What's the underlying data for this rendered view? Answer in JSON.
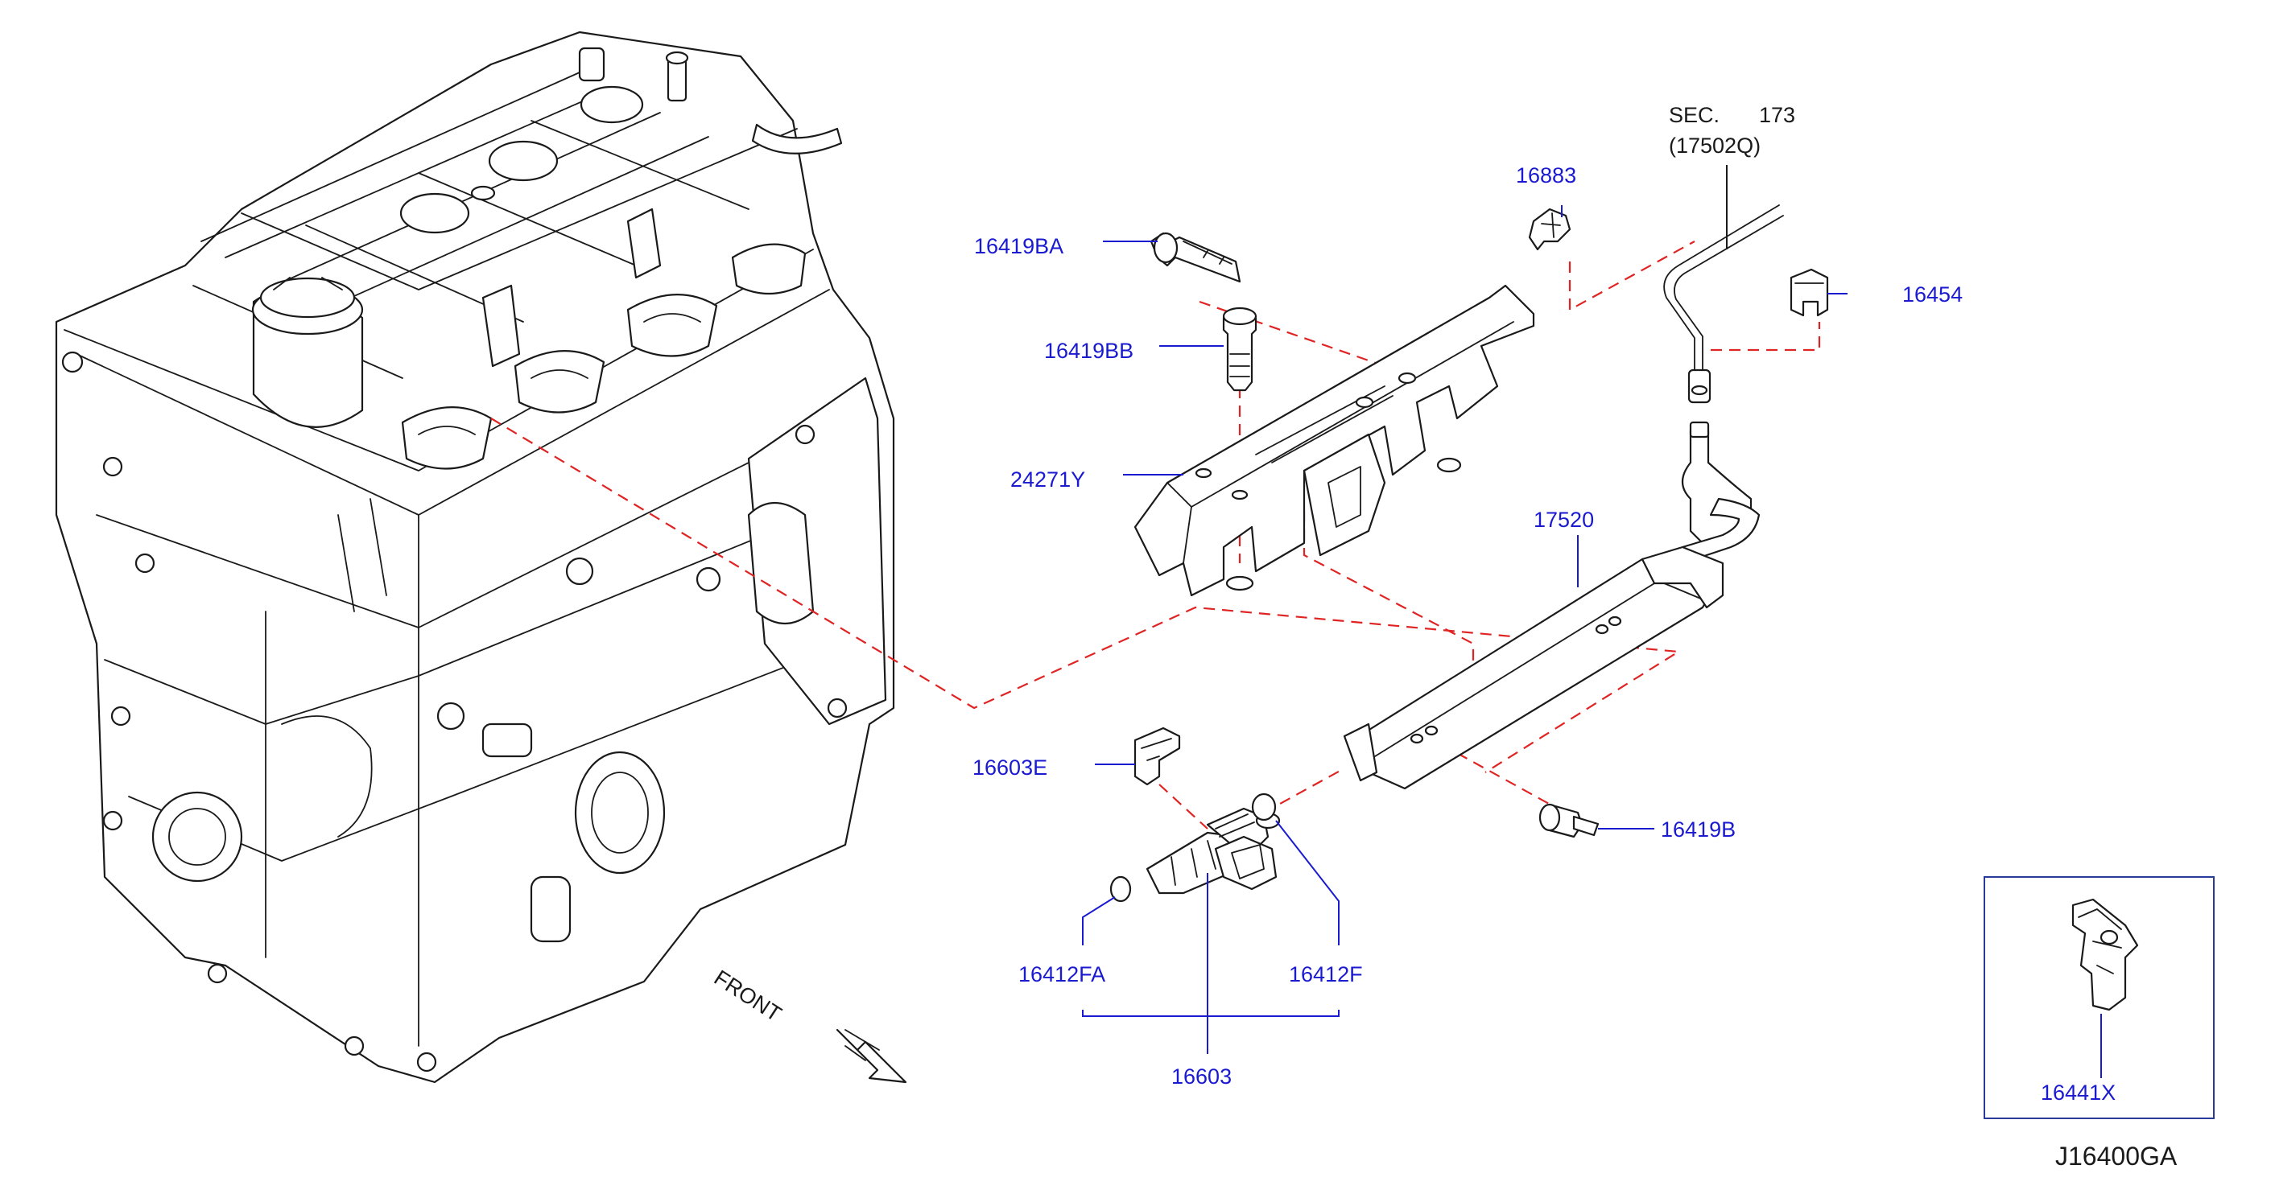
{
  "colors": {
    "label_blue": "#1a1ad0",
    "reference_dash_red": "#e02424",
    "line_art": "#1a1a1a",
    "inset_frame": "#2a3a9a"
  },
  "section_ref": {
    "sec_label": "SEC.",
    "sec_number": "173",
    "part_code": "(17502Q)"
  },
  "callouts": {
    "c16883": "16883",
    "c16419BA": "16419BA",
    "c16454": "16454",
    "c16419BB": "16419BB",
    "c24271Y": "24271Y",
    "c17520": "17520",
    "c16603E": "16603E",
    "c16419B": "16419B",
    "c16412FA": "16412FA",
    "c16412F": "16412F",
    "c16603": "16603",
    "c16441X": "16441X"
  },
  "direction_label": "FRONT",
  "diagram_code": "J16400GA",
  "icons": [
    "engine-block-illustration",
    "front-direction-arrow-icon",
    "bolt-icon",
    "clip-icon",
    "fuel-injector-icon",
    "o-ring-icon",
    "fuel-rail-icon",
    "fuel-tube-icon",
    "protector-bracket-icon",
    "clamp-icon"
  ]
}
